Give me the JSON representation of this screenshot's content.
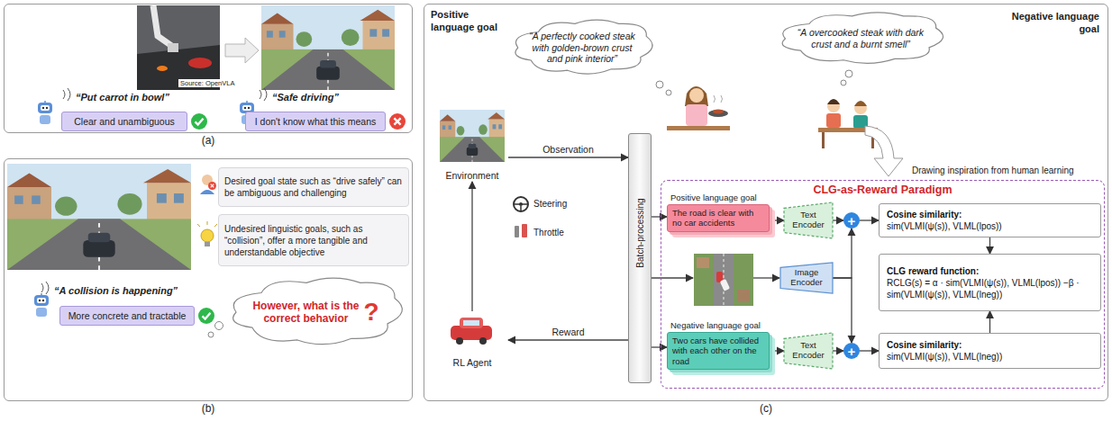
{
  "diagram": {
    "nodes": [
      {
        "text": [
          "(a)"
        ]
      },
      {
        "text": [
          "Clear and unambiguous"
        ],
        "in": 0
      },
      {
        "text": [
          "I don't know what this means"
        ],
        "in": 0
      },
      {
        "text": [
          "(b)"
        ]
      },
      {
        "text": [
          "Desired goal state such as “drive safely” can be ambiguous and challenging"
        ],
        "in": 3
      },
      {
        "text": [
          "Undesired linguistic goals, such as “collision”, offer a more tangible and understandable objective"
        ],
        "in": 3
      },
      {
        "text": [
          "More concrete and tractable"
        ],
        "in": 3
      },
      {
        "text": [
          "However, what is the correct behavior",
          "?"
        ],
        "in": 3
      },
      {
        "text": [
          "(c)"
        ]
      },
      {
        "text": [
          "“A perfectly cooked steak with golden-brown crust and pink interior”"
        ],
        "in": 8
      },
      {
        "text": [
          "“A overcooked steak with dark crust and a burnt smell”"
        ],
        "in": 8
      },
      {
        "text": [
          "Environment"
        ],
        "in": 8
      },
      {
        "text": [
          "Batch-processing"
        ],
        "in": 8
      },
      {
        "text": [
          "RL Agent"
        ],
        "in": 8
      },
      {
        "text": [
          "CLG-as-Reward Paradigm"
        ],
        "in": 8
      },
      {
        "text": [
          "Positive language goal",
          "The road is clear with no car accidents"
        ],
        "in": 14
      },
      {
        "text": [
          "Text Encoder"
        ],
        "in": 14
      },
      {
        "text": [
          "Image Encoder"
        ],
        "in": 14
      },
      {
        "text": [
          "Negative language goal",
          "Two cars have collided with each other on the road"
        ],
        "in": 14
      },
      {
        "text": [
          "Text Encoder"
        ],
        "in": 14
      },
      {
        "text": [
          "Cosine similarity:",
          "sim(VLMI(ψ(s)), VLML(lpos))"
        ],
        "in": 14
      },
      {
        "text": [
          "CLG reward function:",
          "RCLG(s) = α · sim(VLMI(ψ(s)), VLML(lpos)) −β · sim(VLMI(ψ(s)), VLML(lneg))"
        ],
        "in": 14
      },
      {
        "text": [
          "Cosine similarity:",
          "sim(VLMI(ψ(s)), VLML(lneg))"
        ],
        "in": 14
      },
      {
        "text": [
          "+"
        ],
        "in": 14
      },
      {
        "text": [
          "+"
        ],
        "in": 14
      }
    ],
    "edges": [
      {
        "from": 11,
        "to": 12,
        "arrow": "to",
        "label": "Observation"
      },
      {
        "from": 12,
        "to": 13,
        "arrow": "to",
        "label": "Reward"
      },
      {
        "from": 13,
        "to": 11,
        "arrow": "to"
      },
      {
        "from": 12,
        "to": 15,
        "arrow": "to"
      },
      {
        "from": 12,
        "to": 18,
        "arrow": "to"
      },
      {
        "from": 15,
        "to": 16,
        "arrow": "to"
      },
      {
        "from": 18,
        "to": 19,
        "arrow": "to"
      },
      {
        "from": 16,
        "to": 23,
        "arrow": "to"
      },
      {
        "from": 17,
        "to": 23,
        "arrow": "to"
      },
      {
        "from": 17,
        "to": 24,
        "arrow": "to"
      },
      {
        "from": 19,
        "to": 24,
        "arrow": "to"
      },
      {
        "from": 23,
        "to": 20,
        "arrow": "to"
      },
      {
        "from": 24,
        "to": 22,
        "arrow": "to"
      },
      {
        "from": 20,
        "to": 21,
        "arrow": "to"
      },
      {
        "from": 22,
        "to": 21,
        "arrow": "to"
      }
    ],
    "labels": [
      "“Put carrot in bowl”",
      "Source: OpenVLA",
      "“Safe driving”",
      "“A collision is happening”",
      "Positive language goal",
      "Negative language goal",
      "Steering",
      "Throttle",
      "Drawing inspiration from human learning"
    ]
  }
}
